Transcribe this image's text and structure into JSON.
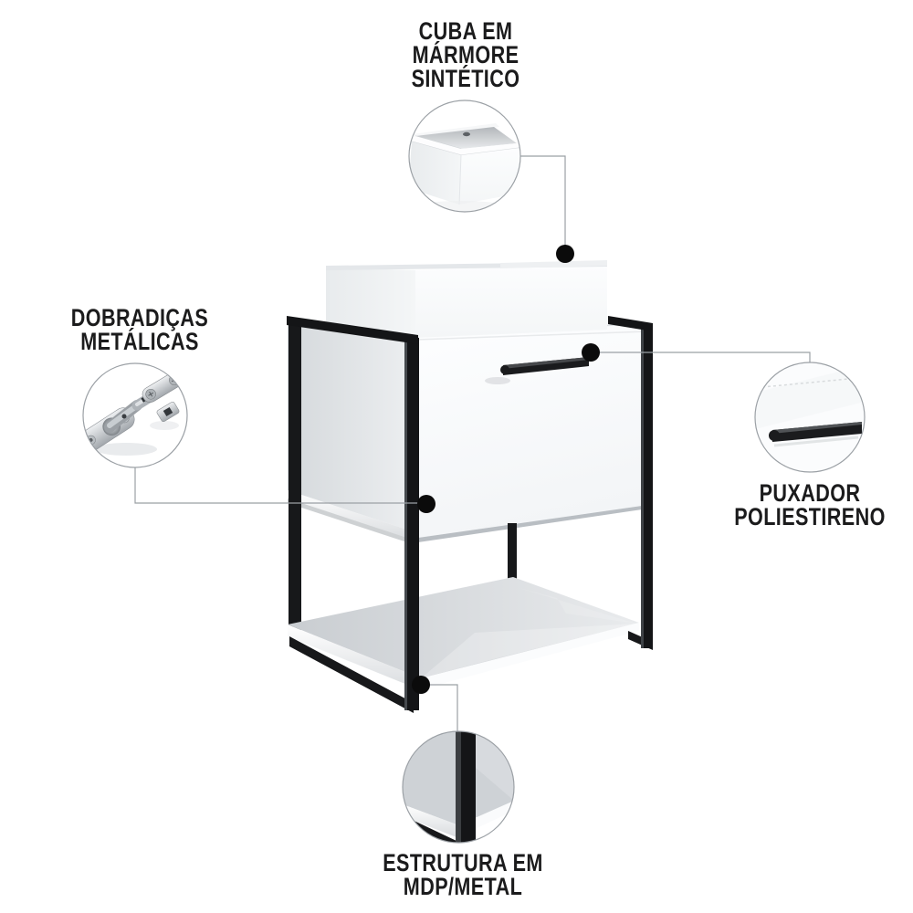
{
  "callouts": {
    "sink": {
      "label_lines": [
        "CUBA EM",
        "MÁRMORE",
        "SINTÉTICO"
      ]
    },
    "hinge": {
      "label_lines": [
        "DOBRADIÇAS",
        "METÁLICAS"
      ]
    },
    "handle": {
      "label_lines": [
        "PUXADOR",
        "POLIESTIRENO"
      ]
    },
    "structure": {
      "label_lines": [
        "ESTRUTURA EM",
        "MDP/METAL"
      ]
    }
  },
  "colors": {
    "text": "#1b1b1c",
    "callout_line": "#9ba0a5",
    "callout_dot": "#0b0b0b",
    "frame_black": "#17181a",
    "cabinet_white": "#fbfcfd",
    "panel_gray": "#d7dade",
    "metal_silver": "#b8bdc2",
    "background": "#ffffff"
  }
}
